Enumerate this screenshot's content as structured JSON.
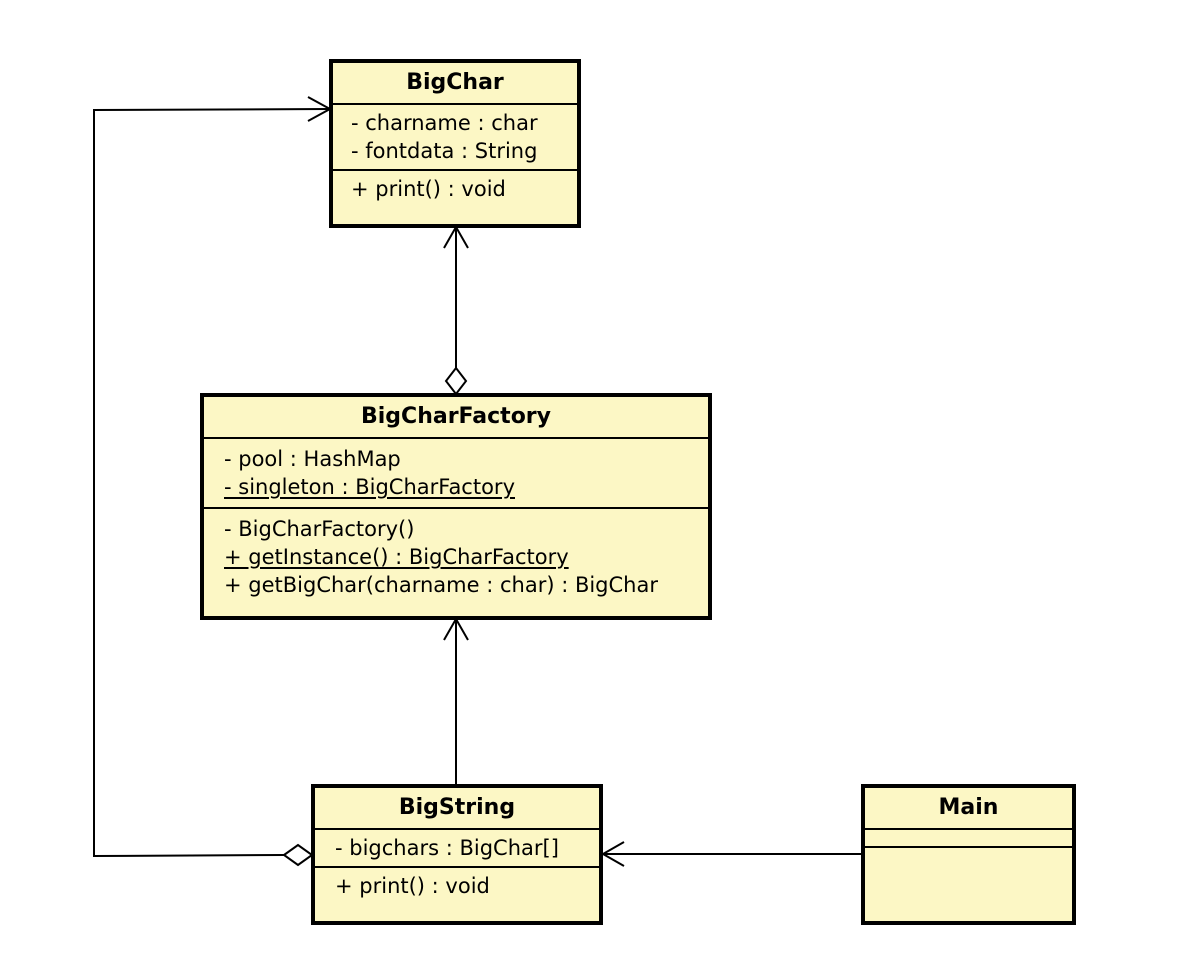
{
  "classes": {
    "bigchar": {
      "name": "BigChar",
      "attributes": [
        "- charname : char",
        "- fontdata : String"
      ],
      "operations": [
        "+ print() : void"
      ]
    },
    "factory": {
      "name": "BigCharFactory",
      "attributes": [
        "- pool : HashMap",
        "- singleton : BigCharFactory"
      ],
      "operations": [
        "- BigCharFactory()",
        "+ getInstance() : BigCharFactory",
        "+ getBigChar(charname : char) : BigChar"
      ]
    },
    "bigstring": {
      "name": "BigString",
      "attributes": [
        "- bigchars : BigChar[]"
      ],
      "operations": [
        "+ print() : void"
      ]
    },
    "main": {
      "name": "Main",
      "attributes": [],
      "operations": []
    }
  },
  "colors": {
    "class_fill": "#fcf7c5",
    "line": "#000000"
  },
  "relationships": [
    {
      "from": "BigCharFactory",
      "to": "BigChar",
      "type": "aggregation-navigable"
    },
    {
      "from": "BigString",
      "to": "BigCharFactory",
      "type": "association-navigable"
    },
    {
      "from": "BigString",
      "to": "BigChar",
      "type": "aggregation-navigable"
    },
    {
      "from": "Main",
      "to": "BigString",
      "type": "association-navigable"
    }
  ]
}
